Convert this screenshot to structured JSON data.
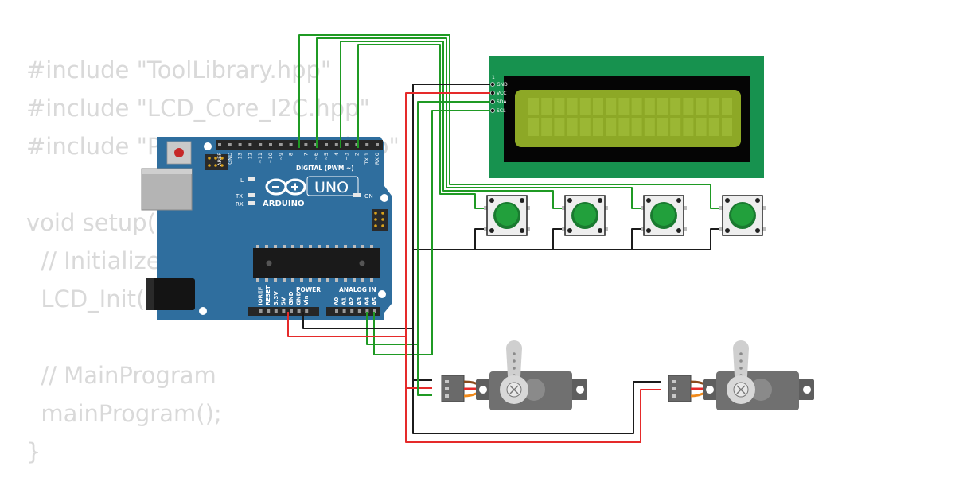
{
  "code": {
    "lines": [
      "#include \"ToolLibrary.hpp\"",
      "#include \"LCD_Core_I2C.hpp\"",
      "#include \"PwmServoDriver.hpp\"",
      "",
      "void setup() {",
      "  // Initialize",
      "  LCD_Init();",
      "",
      "  // MainProgram",
      "  mainProgram();",
      "}"
    ]
  },
  "arduino": {
    "model_label": "UNO",
    "brand_label": "ARDUINO",
    "digital_label": "DIGITAL (PWM ~)",
    "power_label": "POWER",
    "analog_label": "ANALOG IN",
    "led_l": "L",
    "led_tx": "TX",
    "led_rx": "RX",
    "on_label": "ON",
    "digital_pins": [
      "AREF",
      "GND",
      "13",
      "12",
      "~11",
      "~10",
      "~9",
      "8",
      "7",
      "~6",
      "~5",
      "4",
      "~3",
      "2",
      "TX 1",
      "RX 0"
    ],
    "power_pins": [
      "IOREF",
      "RESET",
      "3.3V",
      "5V",
      "GND",
      "GND",
      "Vin"
    ],
    "analog_pins": [
      "A0",
      "A1",
      "A2",
      "A3",
      "A4",
      "A5"
    ]
  },
  "lcd": {
    "pin_marker": "1",
    "pins": [
      "GND",
      "VCC",
      "SDA",
      "SCL"
    ]
  },
  "colors": {
    "board": "#2f6e9e",
    "lcd_pcb": "#17924f",
    "lcd_screen": "#8da826",
    "button_cap": "#22a03c",
    "servo_body": "#707070",
    "wire_green": "#1f9a24",
    "wire_red": "#e52a2a",
    "wire_black": "#1b1b1b",
    "wire_orange": "#f08a1c",
    "wire_brown": "#8b4a1c"
  }
}
